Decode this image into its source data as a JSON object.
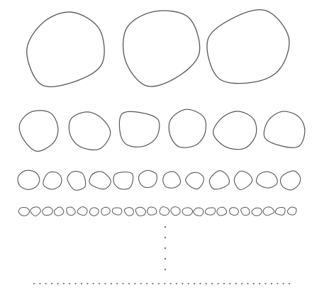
{
  "stroke_color": "#555555",
  "dot_color": "#777777",
  "rows": [
    {
      "name": "row-1",
      "count": 3
    },
    {
      "name": "row-2",
      "count": 6
    },
    {
      "name": "row-3",
      "count": 12
    },
    {
      "name": "row-4",
      "count": 24
    }
  ],
  "continuation": {
    "vertical_dots": 5,
    "horizontal_dots": 44
  }
}
